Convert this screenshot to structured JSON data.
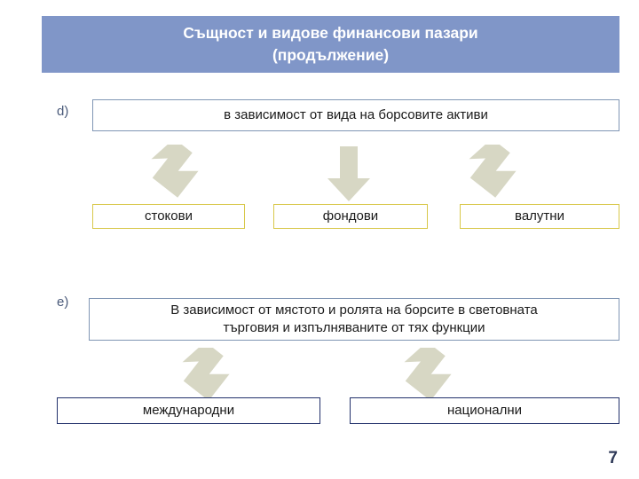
{
  "slide": {
    "title": "Същност и видове финансови пазари\n(продължение)",
    "page_number": "7",
    "colors": {
      "title_banner": "#8096c8",
      "header_border": "#8096b4",
      "yellow_border": "#d8c84a",
      "navy_border": "#22316b",
      "arrow_fill": "#d7d7c4"
    },
    "sections": [
      {
        "letter": "d)",
        "header": "в зависимост от вида на борсовите активи",
        "items": [
          "стокови",
          "фондови",
          "валутни"
        ]
      },
      {
        "letter": "e)",
        "header": "В зависимост от мястото и ролята на борсите в световната\nтъргoвия и изпълняваните от тях функции",
        "items": [
          "международни",
          "национални"
        ]
      }
    ],
    "arrows": {
      "name": "down-arrow-icon",
      "count": 5
    }
  }
}
